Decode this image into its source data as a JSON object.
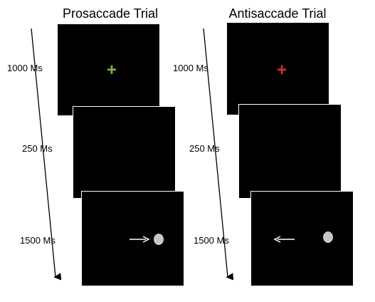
{
  "colors": {
    "background": "#ffffff",
    "screen": "#000000",
    "prosaccade_fixation": "#7fb83a",
    "antisaccade_fixation": "#d9312b",
    "target": "#c7c7c7",
    "arrow": "#ffffff"
  },
  "panels": [
    {
      "title": "Prosaccade Trial",
      "stages": [
        {
          "duration": "1000 Ms",
          "content": "fixation-cross"
        },
        {
          "duration": "250 Ms",
          "content": "blank"
        },
        {
          "duration": "1500 Ms",
          "content": "target-with-arrow-toward"
        }
      ]
    },
    {
      "title": "Antisaccade Trial",
      "stages": [
        {
          "duration": "1000 Ms",
          "content": "fixation-cross"
        },
        {
          "duration": "250 Ms",
          "content": "blank"
        },
        {
          "duration": "1500 Ms",
          "content": "target-with-arrow-away"
        }
      ]
    }
  ],
  "icons": {
    "fixation": "plus",
    "target": "filled-circle",
    "cue": "arrow"
  },
  "glyphs": {
    "fixation": "+"
  }
}
